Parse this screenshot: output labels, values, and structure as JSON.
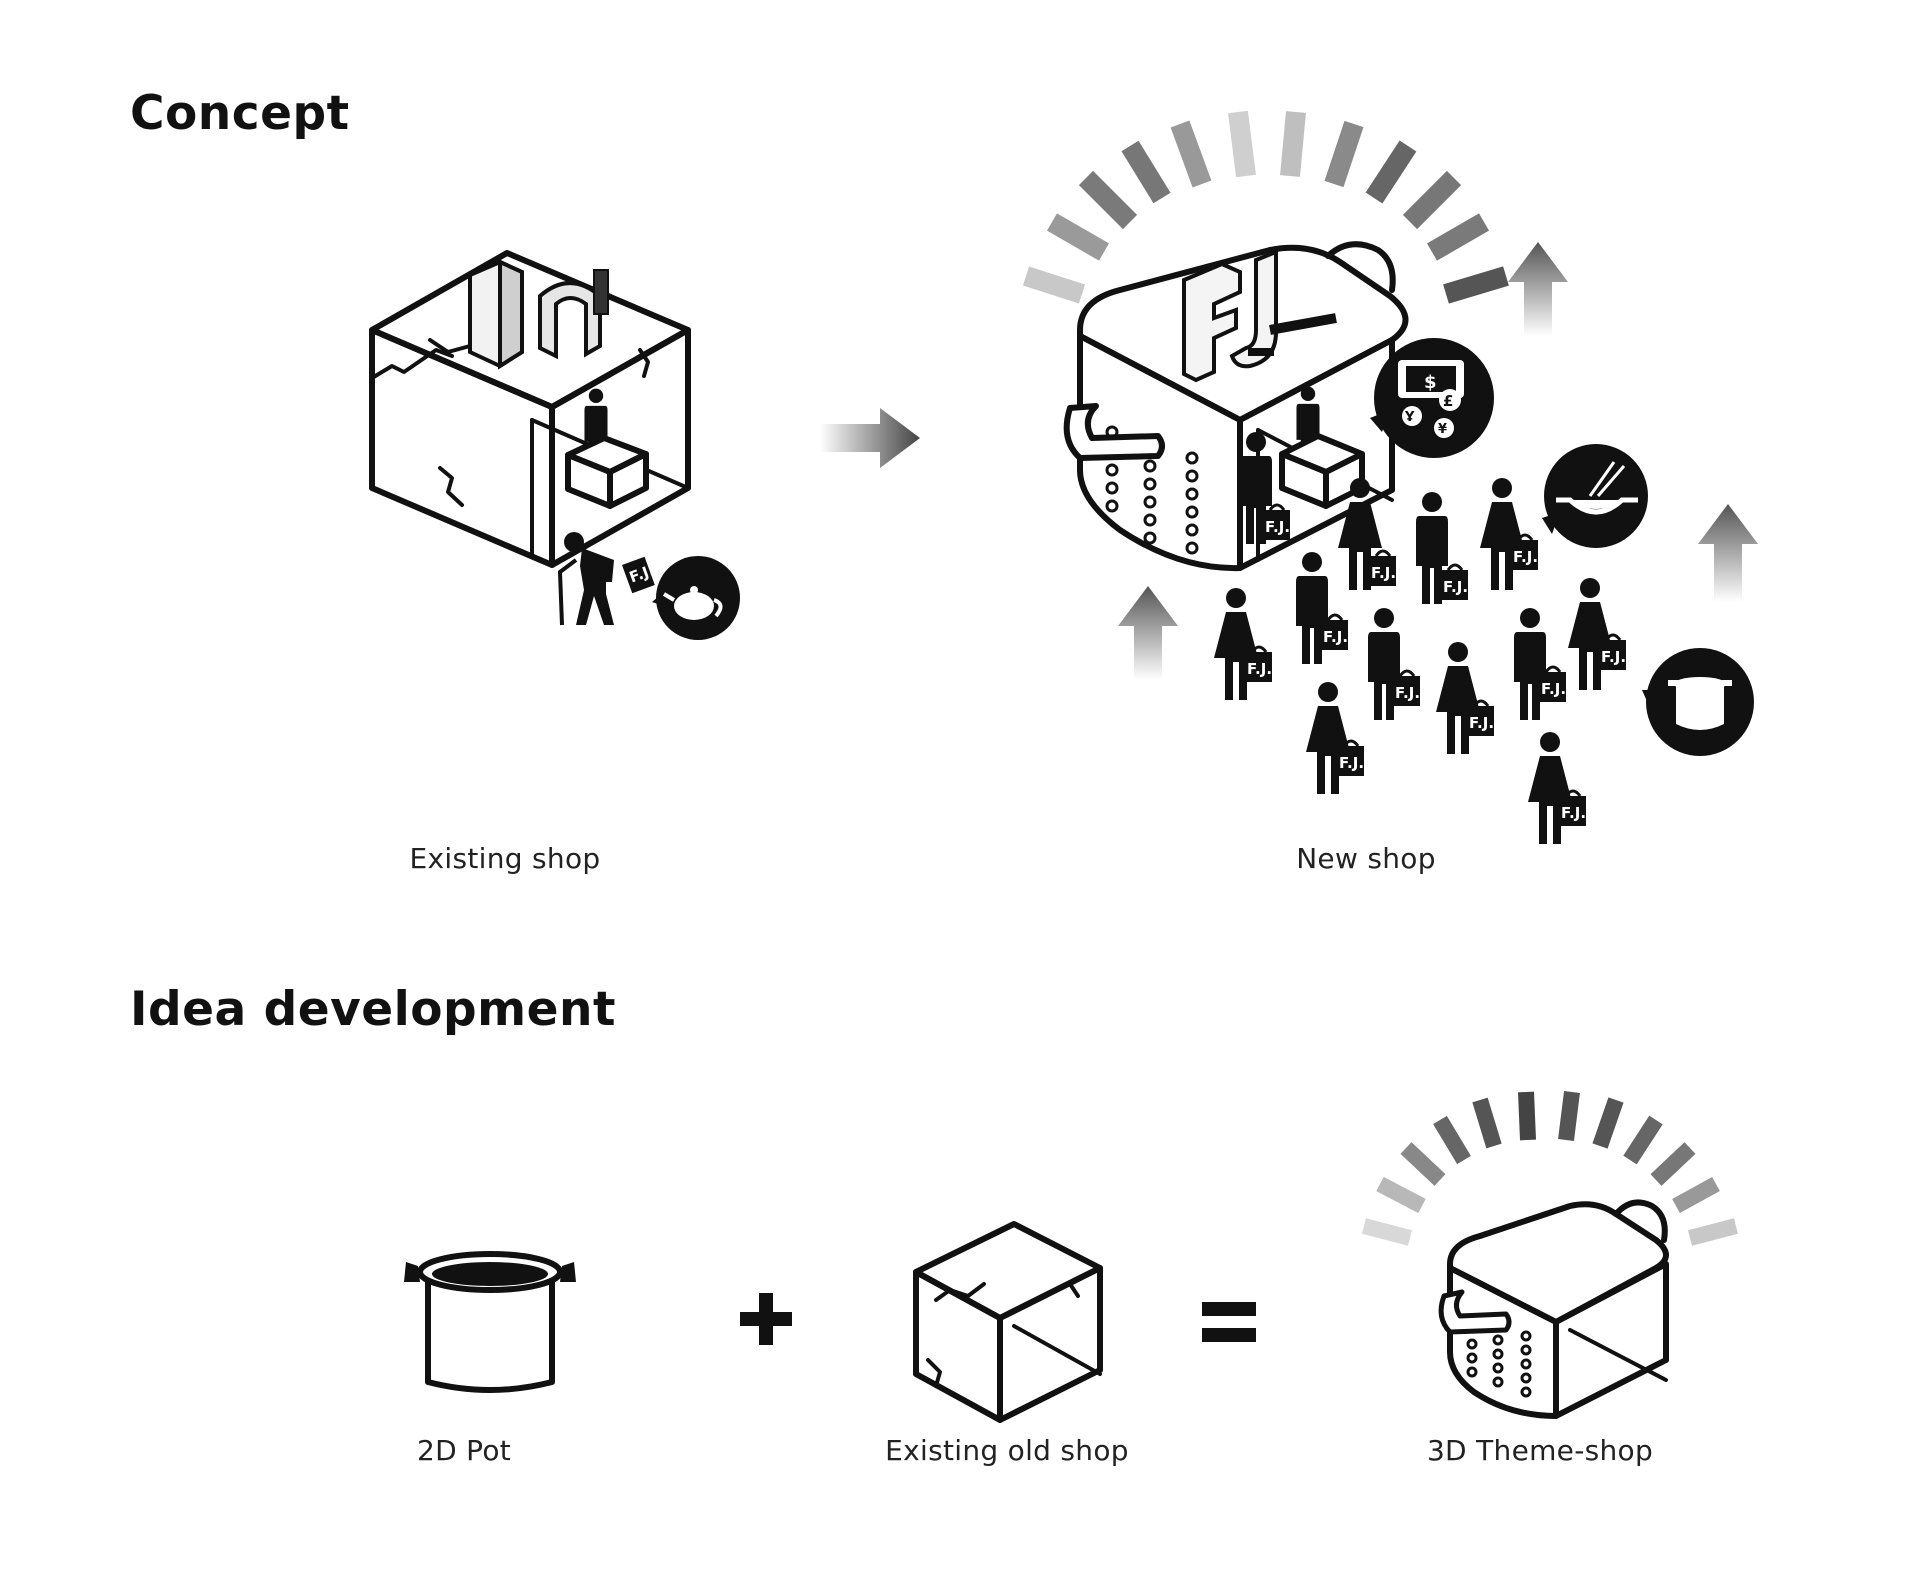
{
  "sections": {
    "concept": {
      "title": "Concept",
      "existing_caption": "Existing shop",
      "new_caption": "New shop",
      "bag_tag": "F.J.",
      "sign_letters": "FJ",
      "currency_symbols": [
        "$",
        "£",
        "Ұ",
        "¥"
      ]
    },
    "idea": {
      "title": "Idea development",
      "pot_caption": "2D Pot",
      "old_shop_caption": "Existing old shop",
      "theme_shop_caption": "3D Theme-shop"
    }
  },
  "colors": {
    "ink": "#111111",
    "background": "#ffffff",
    "ray_light": "#cccccc",
    "ray_dark": "#333333"
  },
  "icons": [
    "cube-shop-icon",
    "pot-icon",
    "arrow-right-icon",
    "arrow-up-icon",
    "person-icon",
    "teapot-bubble-icon",
    "wok-bubble-icon",
    "currency-bubble-icon",
    "plus-icon",
    "equals-icon",
    "glow-rays-icon"
  ]
}
